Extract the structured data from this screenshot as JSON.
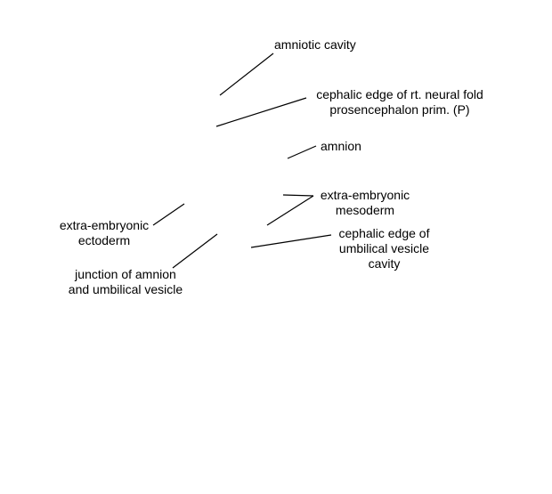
{
  "colors": {
    "background": "#ffffff",
    "ink": "#000000"
  },
  "labels": {
    "amniotic_cavity": [
      "amniotic cavity"
    ],
    "cephalic_edge_neural_fold": [
      "cephalic edge of rt. neural fold",
      "prosencephalon prim. (P)"
    ],
    "amnion": [
      "amnion"
    ],
    "extra_embryonic_mesoderm": [
      "extra-embryonic",
      "mesoderm"
    ],
    "extra_embryonic_ectoderm": [
      "extra-embryonic",
      "ectoderm"
    ],
    "cephalic_edge_umbilical_vesicle": [
      "cephalic edge of",
      "umbilical vesicle",
      "cavity"
    ],
    "junction_amnion_umbilical_vesicle": [
      "junction of amnion",
      "and umbilical vesicle"
    ]
  }
}
